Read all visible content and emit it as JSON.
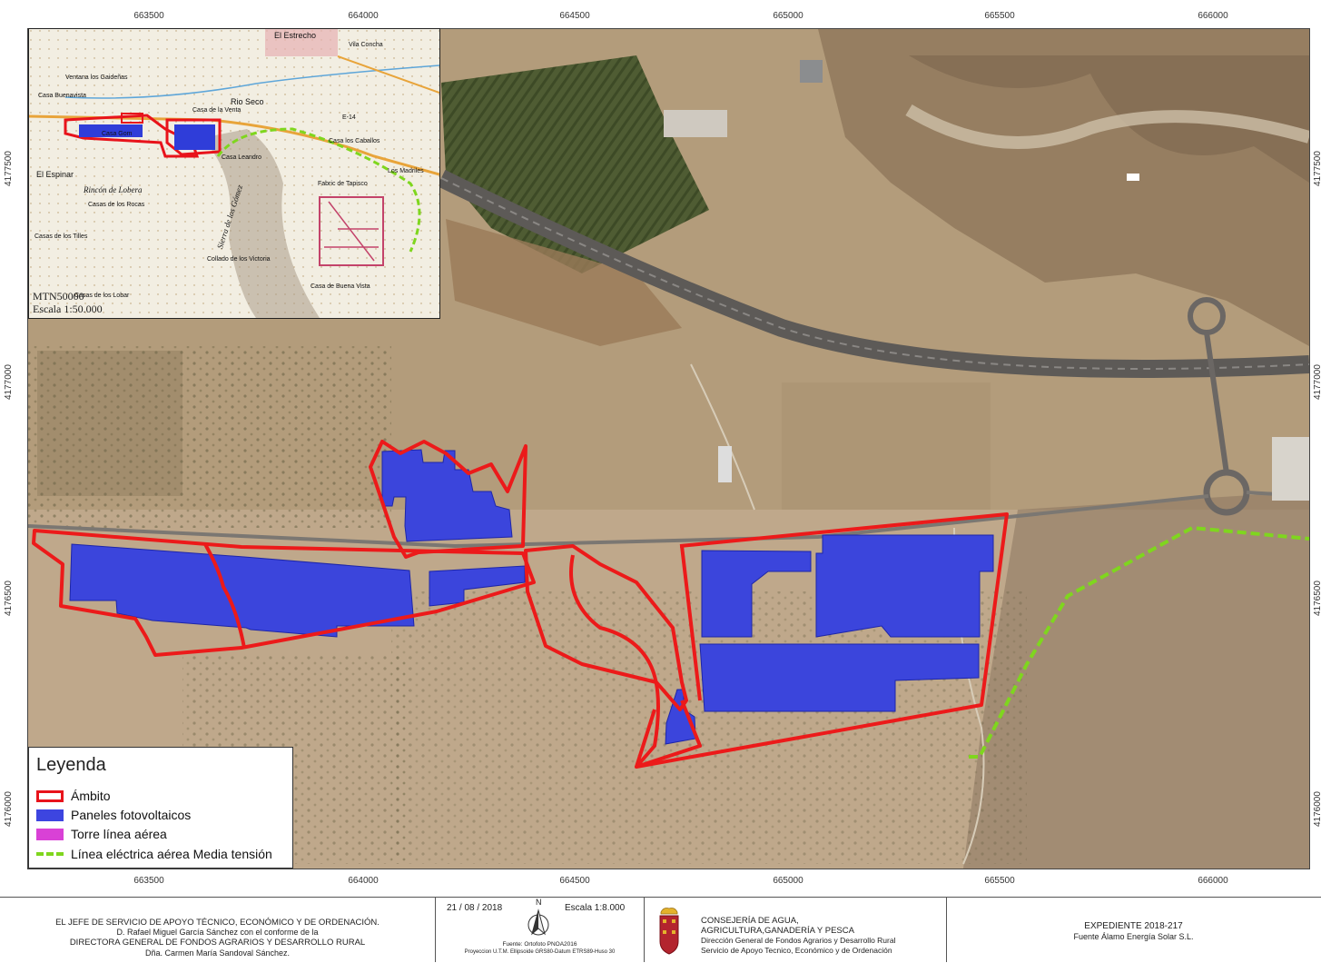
{
  "coords": {
    "top_x": [
      "663500",
      "664000",
      "664500",
      "665000",
      "665500",
      "666000"
    ],
    "bottom_x": [
      "663500",
      "664000",
      "664500",
      "665000",
      "665500",
      "666000"
    ],
    "left_y": [
      "4177500",
      "4177000",
      "4176500",
      "4176000"
    ],
    "right_y": [
      "4177500",
      "4177000",
      "4176500",
      "4176000"
    ]
  },
  "inset": {
    "source_label": "MTN50000",
    "scale_label": "Escala 1:50.000",
    "places": [
      "El Estrecho",
      "Vila Concha",
      "Casa Buenavista",
      "Ventana los Gaideñas",
      "Rio Seco",
      "Casa de la Venta",
      "E-14",
      "Casa Gom",
      "Casa los Caballos",
      "El Espinar",
      "Casa Leandro",
      "Los Madriles",
      "Rincón de Lobera",
      "Fabric de Tapisco",
      "Casas de los Rocas",
      "Casas de los Tilles",
      "Sierra de los Gómez",
      "Collado de los Victoria",
      "Casas de los Lobar",
      "Casa de Buena Vista"
    ],
    "colors": {
      "scope": "#e8131b",
      "panels": "#2f3dd9",
      "line": "#7fd61e",
      "road": "#e8a43a"
    }
  },
  "legend": {
    "title": "Leyenda",
    "items": [
      {
        "label": "Ámbito",
        "color": "#e8131b",
        "kind": "outline"
      },
      {
        "label": "Paneles fotovoltaicos",
        "color": "#3d45e0",
        "kind": "fill"
      },
      {
        "label": "Torre línea aérea",
        "color": "#d941d6",
        "kind": "fill"
      },
      {
        "label": "Línea eléctrica aérea Media tensión",
        "color": "#7fd61e",
        "kind": "dash"
      }
    ]
  },
  "footer": {
    "signature": [
      "EL JEFE DE SERVICIO DE APOYO TÉCNICO, ECONÓMICO Y DE ORDENACIÓN.",
      "D. Rafael Miguel García Sánchez con el conforme de la",
      "DIRECTORA GENERAL DE FONDOS AGRARIOS Y DESARROLLO RURAL",
      "Dña. Carmen María Sandoval Sánchez."
    ],
    "date": "21 / 08 / 2018",
    "north": "N",
    "scale": "Escala  1:8.000",
    "source": "Fuente: Ortofoto PNOA2016",
    "projection": "Proyeccion U.T.M.  Ellipsoide GRS80-Datum ETRS89-Huso 30",
    "dept": [
      "CONSEJERÍA DE AGUA,",
      "AGRICULTURA,GANADERÍA Y PESCA",
      "Dirección General de Fondos Agrarios y Desarrollo Rural",
      "Servicio de Apoyo Tecnico, Económico y de Ordenación"
    ],
    "expediente": "EXPEDIENTE 2018-217",
    "company": "Fuente Álamo Energía Solar S.L."
  }
}
